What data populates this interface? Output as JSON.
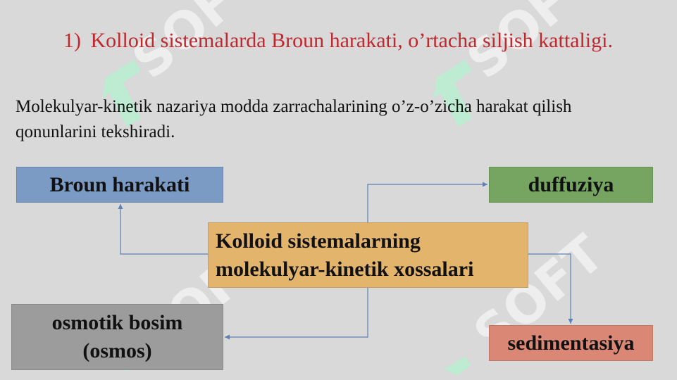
{
  "slide": {
    "title_number": "1)",
    "title_text": "Kolloid sistemalarda Broun harakati, o’rtacha siljish kattaligi.",
    "intro": "Molekulyar-kinetik nazariya modda zarrachalarining o’z-o’zicha harakat qilish qonunlarini tekshiradi."
  },
  "diagram": {
    "center": {
      "line1": "Kolloid sistemalarning",
      "line2": "molekulyar-kinetik xossalari",
      "color": "#e3b46b"
    },
    "nodes": {
      "broun": {
        "label": "Broun harakati",
        "color": "#7b9ac4"
      },
      "diffusion": {
        "label": "duffuziya",
        "color": "#76a562"
      },
      "osmosis": {
        "line1": "osmotik bosim",
        "line2": "(osmos)",
        "color": "#9c9c9c"
      },
      "sedimentation": {
        "label": "sedimentasiya",
        "color": "#da8875"
      }
    },
    "connector_color": "#5b80b5"
  },
  "watermark": {
    "text": "SOFT"
  }
}
